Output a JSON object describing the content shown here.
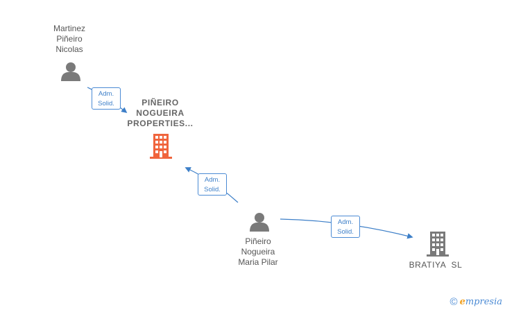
{
  "nodes": {
    "person_martinez": {
      "label_lines": [
        "Martinez",
        "Piñeiro",
        "Nicolas"
      ]
    },
    "company_pineiro": {
      "label_lines": [
        "PIÑEIRO",
        "NOGUEIRA",
        "PROPERTIES..."
      ]
    },
    "person_maria": {
      "label_lines": [
        "Piñeiro",
        "Nogueira",
        "Maria Pilar"
      ]
    },
    "company_bratiya": {
      "label_lines": [
        "BRATIYA  SL"
      ]
    }
  },
  "relations": [
    {
      "line1": "Adm.",
      "line2": "Solid."
    },
    {
      "line1": "Adm.",
      "line2": "Solid."
    },
    {
      "line1": "Adm.",
      "line2": "Solid."
    }
  ],
  "colors": {
    "edge": "#3d7fc8",
    "person_icon": "#7a7a7a",
    "company_main": "#f0643c",
    "company_other": "#7a7a7a"
  },
  "brand": {
    "symbol": "©",
    "name_first": "e",
    "name_rest": "mpresia"
  }
}
